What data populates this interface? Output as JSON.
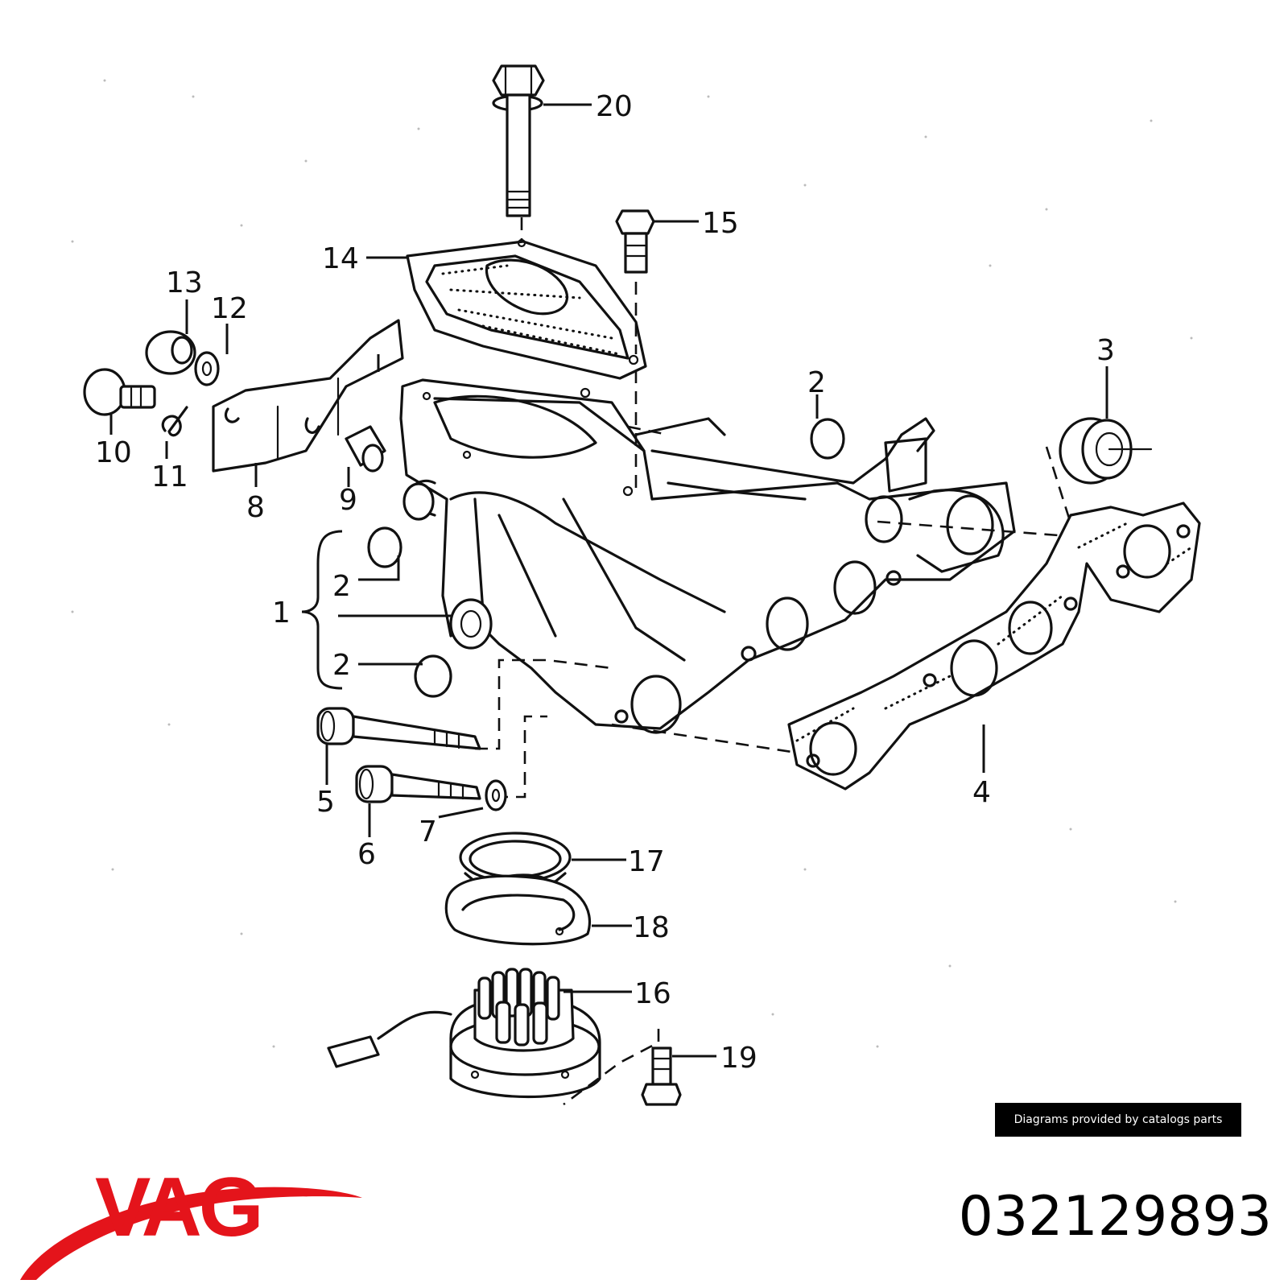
{
  "diagram": {
    "callouts": {
      "c1": "1",
      "c2a": "2",
      "c2b": "2",
      "c2c": "2",
      "c3": "3",
      "c4": "4",
      "c5": "5",
      "c6": "6",
      "c7": "7",
      "c8": "8",
      "c9": "9",
      "c10": "10",
      "c11": "11",
      "c12": "12",
      "c13": "13",
      "c14": "14",
      "c15": "15",
      "c16": "16",
      "c17": "17",
      "c18": "18",
      "c19": "19",
      "c20": "20"
    }
  },
  "credit": "Diagrams provided by catalogs parts",
  "brand": {
    "name": "VAG",
    "color": "#e4141b"
  },
  "part_number": "032129893"
}
